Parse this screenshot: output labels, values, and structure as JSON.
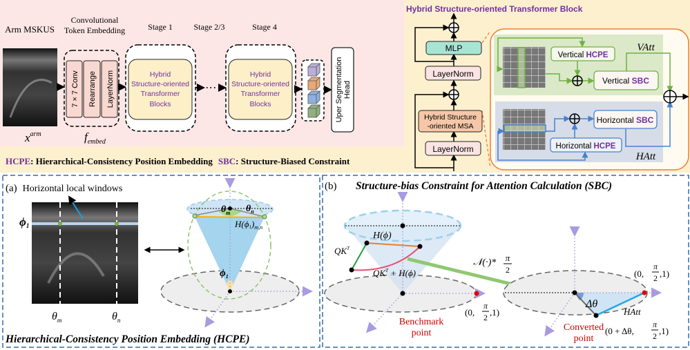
{
  "overview": {
    "input_label": "Arm MSKUS",
    "input_symbol": "x",
    "input_symbol_sup": "arm",
    "embedding_title_1": "Convolutional",
    "embedding_title_2": "Token Embedding",
    "embedding_ops": [
      "7 × 7 Conv",
      "Rearrange",
      "LayerNorm"
    ],
    "embedding_symbol": "f",
    "embedding_symbol_sub": "embed",
    "stages": [
      "Stage 1",
      "Stage 2/3",
      "Stage 4"
    ],
    "block_lines": [
      "Hybrid",
      "Structure-oriented",
      "Transformer",
      "Blocks"
    ],
    "head_lines": [
      "Uper Segmentation",
      "Head"
    ],
    "cube_colors": [
      "#b8b0d8",
      "#e8a878",
      "#8fb0e0",
      "#90b080"
    ]
  },
  "legend": {
    "hcpe_abbr": "HCPE",
    "hcpe_text": ": Hierarchical-Consistency Position Embedding",
    "sbc_abbr": "SBC",
    "sbc_text": ": Structure-Biased Constraint"
  },
  "block": {
    "title": "Hybrid Structure-oriented Transformer Block",
    "mlp": "MLP",
    "layernorm_top": "LayerNorm",
    "msa_lines": [
      "Hybrid Structure",
      "-oriented MSA"
    ],
    "layernorm_bottom": "LayerNorm",
    "vertical_word": "Vertical ",
    "horizontal_word": "Horizontal ",
    "hcpe": "HCPE",
    "sbc": "SBC",
    "vatt": "VAtt",
    "hatt": "HAtt",
    "colors": {
      "green": "#70b040",
      "blue": "#4a7fd0",
      "orange": "#ed7d31",
      "purple": "#7030a0"
    }
  },
  "panel_a": {
    "tag": "(a)",
    "annotation": "Horizontal local windows",
    "phi_label": "ϕ",
    "phi_sub": "1",
    "theta": "θ",
    "theta_m_sub": "m",
    "theta_n_sub": "n",
    "h_label": "H(ϕ",
    "h_label_close": ")",
    "h_sub": "m,n",
    "caption": "Hierarchical-Consistency Position Embedding (HCPE)"
  },
  "panel_b": {
    "tag": "(b)",
    "title": "Structure-bias Constraint for Attention Calculation (SBC)",
    "h_phi": "H(ϕ)",
    "qkt": "QK",
    "qkt_sup": "T",
    "qkt_sum_tail": " + H(ϕ)",
    "normalize": "𝒩(·)*",
    "pi": "π",
    "two": "2",
    "coord_open": "(0,",
    "coord_close": ",1)",
    "converted_coord_open": "(0 + Δθ,",
    "delta_theta": "Δθ",
    "hatt": "HAtt",
    "benchmark_lines": [
      "Benchmark",
      "point"
    ],
    "converted_lines": [
      "Converted",
      "point"
    ],
    "point_color": "#e00000"
  }
}
